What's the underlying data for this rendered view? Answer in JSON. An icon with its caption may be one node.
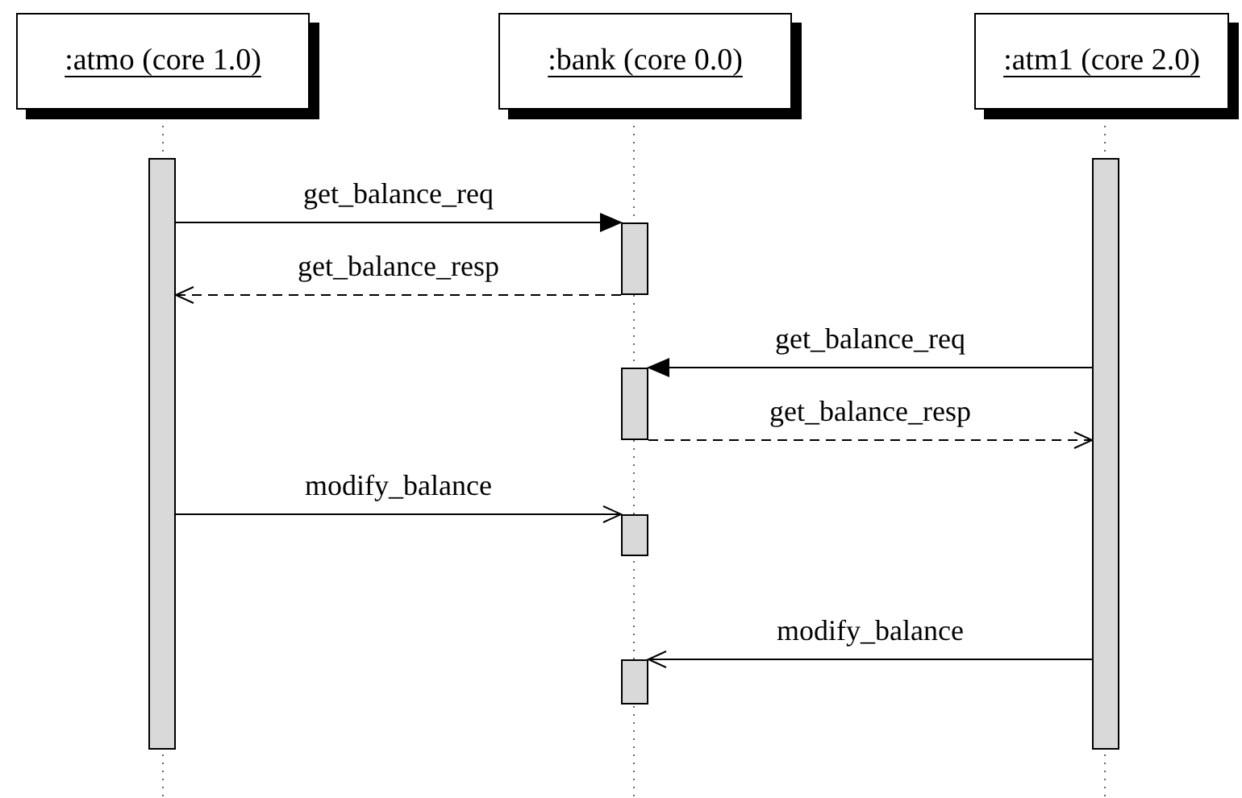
{
  "diagram": {
    "nodes": [
      {
        "text": [
          ":atmo (core 1.0)"
        ]
      },
      {
        "text": [
          ":bank (core 0.0)"
        ]
      },
      {
        "text": [
          ":atm1 (core 2.0)"
        ]
      },
      {
        "text": [],
        "shape": "bar"
      },
      {
        "text": [],
        "shape": "bar"
      },
      {
        "text": [],
        "shape": "bar"
      },
      {
        "text": [],
        "shape": "bar"
      },
      {
        "text": [],
        "shape": "bar"
      },
      {
        "text": [],
        "shape": "bar"
      }
    ],
    "edges": [
      {
        "from": 3,
        "to": 4,
        "arrow": "to",
        "label": "get_balance_req"
      },
      {
        "from": 4,
        "to": 3,
        "arrow": "to",
        "label": "get_balance_resp",
        "style": "dashed"
      },
      {
        "from": 8,
        "to": 5,
        "arrow": "to",
        "label": "get_balance_req"
      },
      {
        "from": 5,
        "to": 8,
        "arrow": "to",
        "label": "get_balance_resp",
        "style": "dashed"
      },
      {
        "from": 3,
        "to": 6,
        "arrow": "to",
        "label": "modify_balance"
      },
      {
        "from": 8,
        "to": 7,
        "arrow": "to",
        "label": "modify_balance"
      }
    ]
  }
}
